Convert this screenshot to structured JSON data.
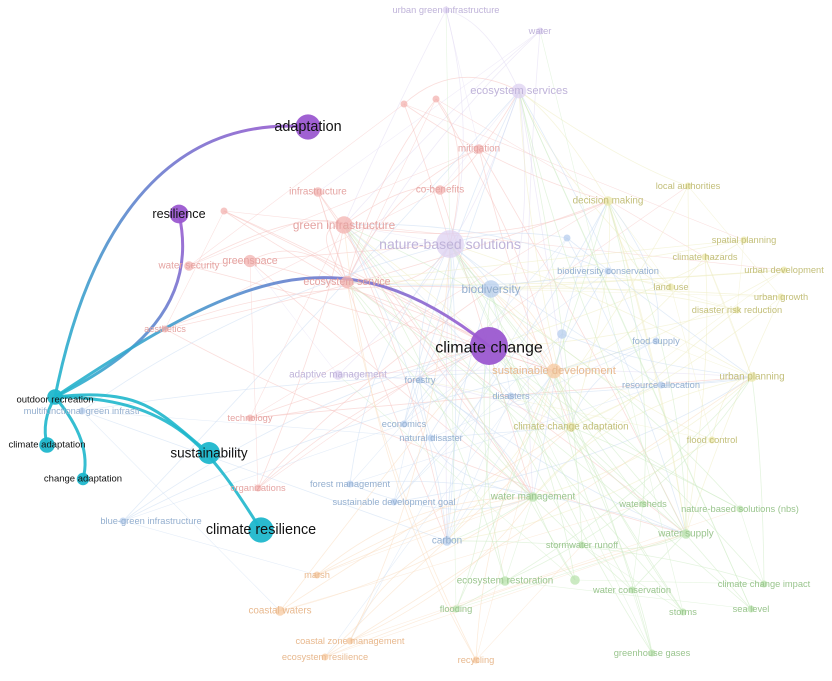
{
  "clusters": {
    "red": "#e8706c",
    "green": "#7fcf6a",
    "blue": "#6f9fd8",
    "yellow": "#d9d56a",
    "purple": "#9b59d0",
    "cyan": "#1fb7cc",
    "orange": "#f2a866",
    "lavender": "#b39ddb"
  },
  "nodes": [
    {
      "id": "climate-change",
      "label": "climate change",
      "cluster": "purple",
      "weight": 10,
      "highlight": true
    },
    {
      "id": "adaptation",
      "label": "adaptation",
      "cluster": "purple",
      "weight": 6,
      "highlight": true
    },
    {
      "id": "resilience",
      "label": "resilience",
      "cluster": "purple",
      "weight": 4,
      "highlight": true
    },
    {
      "id": "outdoor-recreation",
      "label": "outdoor recreation",
      "cluster": "cyan",
      "weight": 3,
      "highlight": true
    },
    {
      "id": "climate-adaptation",
      "label": "climate adaptation",
      "cluster": "cyan",
      "weight": 3,
      "highlight": true
    },
    {
      "id": "change-adaptation",
      "label": "change adaptation",
      "cluster": "cyan",
      "weight": 2,
      "highlight": true
    },
    {
      "id": "sustainability",
      "label": "sustainability",
      "cluster": "cyan",
      "weight": 5,
      "highlight": true
    },
    {
      "id": "climate-resilience",
      "label": "climate resilience",
      "cluster": "cyan",
      "weight": 6,
      "highlight": true
    },
    {
      "id": "urban-green-infrastructure",
      "label": "urban green infrastructure",
      "cluster": "lavender",
      "weight": 1
    },
    {
      "id": "water",
      "label": "water",
      "cluster": "lavender",
      "weight": 1
    },
    {
      "id": "ecosystem-services",
      "label": "ecosystem services",
      "cluster": "lavender",
      "weight": 4
    },
    {
      "id": "nature-based-solutions",
      "label": "nature-based solutions",
      "cluster": "lavender",
      "weight": 9
    },
    {
      "id": "adaptive-management",
      "label": "adaptive management",
      "cluster": "lavender",
      "weight": 2
    },
    {
      "id": "mitigation",
      "label": "mitigation",
      "cluster": "red",
      "weight": 2
    },
    {
      "id": "infrastructure",
      "label": "infrastructure",
      "cluster": "red",
      "weight": 2
    },
    {
      "id": "co-benefits",
      "label": "co-benefits",
      "cluster": "red",
      "weight": 2
    },
    {
      "id": "green-infrastructure",
      "label": "green infrastructure",
      "cluster": "red",
      "weight": 5
    },
    {
      "id": "greenspace",
      "label": "greenspace",
      "cluster": "red",
      "weight": 3
    },
    {
      "id": "water-security",
      "label": "water security",
      "cluster": "red",
      "weight": 2
    },
    {
      "id": "ecosystem-service",
      "label": "ecosystem service",
      "cluster": "red",
      "weight": 3
    },
    {
      "id": "aesthetics",
      "label": "aesthetics",
      "cluster": "red",
      "weight": 1
    },
    {
      "id": "technology",
      "label": "technology",
      "cluster": "red",
      "weight": 1
    },
    {
      "id": "organizations",
      "label": "organizations",
      "cluster": "red",
      "weight": 1
    },
    {
      "id": "red-a",
      "label": "",
      "cluster": "red",
      "weight": 1
    },
    {
      "id": "red-b",
      "label": "",
      "cluster": "red",
      "weight": 1
    },
    {
      "id": "red-c",
      "label": "",
      "cluster": "red",
      "weight": 1
    },
    {
      "id": "decision-making",
      "label": "decision making",
      "cluster": "yellow",
      "weight": 2
    },
    {
      "id": "local-authorities",
      "label": "local authorities",
      "cluster": "yellow",
      "weight": 1
    },
    {
      "id": "spatial-planning",
      "label": "spatial planning",
      "cluster": "yellow",
      "weight": 1
    },
    {
      "id": "climate-hazards",
      "label": "climate hazards",
      "cluster": "yellow",
      "weight": 1
    },
    {
      "id": "urban-development",
      "label": "urban development",
      "cluster": "yellow",
      "weight": 1
    },
    {
      "id": "land-use",
      "label": "land use",
      "cluster": "yellow",
      "weight": 1
    },
    {
      "id": "urban-growth",
      "label": "urban growth",
      "cluster": "yellow",
      "weight": 1
    },
    {
      "id": "disaster-risk-reduction",
      "label": "disaster risk reduction",
      "cluster": "yellow",
      "weight": 1
    },
    {
      "id": "urban-planning",
      "label": "urban planning",
      "cluster": "yellow",
      "weight": 2
    },
    {
      "id": "climate-change-adaptation",
      "label": "climate change adaptation",
      "cluster": "yellow",
      "weight": 2
    },
    {
      "id": "flood-control",
      "label": "flood control",
      "cluster": "yellow",
      "weight": 1
    },
    {
      "id": "biodiversity",
      "label": "biodiversity",
      "cluster": "blue",
      "weight": 5
    },
    {
      "id": "biodiversity-conservation",
      "label": "biodiversity conservation",
      "cluster": "blue",
      "weight": 1
    },
    {
      "id": "food-supply",
      "label": "food supply",
      "cluster": "blue",
      "weight": 1
    },
    {
      "id": "resource-allocation",
      "label": "resource allocation",
      "cluster": "blue",
      "weight": 1
    },
    {
      "id": "forestry",
      "label": "forestry",
      "cluster": "blue",
      "weight": 1
    },
    {
      "id": "disasters",
      "label": "disasters",
      "cluster": "blue",
      "weight": 1
    },
    {
      "id": "economics",
      "label": "economics",
      "cluster": "blue",
      "weight": 1
    },
    {
      "id": "natural-disaster",
      "label": "natural disaster",
      "cluster": "blue",
      "weight": 1
    },
    {
      "id": "forest-management",
      "label": "forest management",
      "cluster": "blue",
      "weight": 1
    },
    {
      "id": "sustainable-development-goal",
      "label": "sustainable development goal",
      "cluster": "blue",
      "weight": 1
    },
    {
      "id": "carbon",
      "label": "carbon",
      "cluster": "blue",
      "weight": 2
    },
    {
      "id": "blue-green-infrastructure",
      "label": "blue-green infrastructure",
      "cluster": "blue",
      "weight": 1
    },
    {
      "id": "multifunctional-green-infrastr",
      "label": "multifunctional green infrastr",
      "cluster": "blue",
      "weight": 1
    },
    {
      "id": "blue-a",
      "label": "",
      "cluster": "blue",
      "weight": 1
    },
    {
      "id": "blue-b",
      "label": "",
      "cluster": "blue",
      "weight": 2
    },
    {
      "id": "sustainable-development",
      "label": "sustainable development",
      "cluster": "orange",
      "weight": 4
    },
    {
      "id": "marsh",
      "label": "marsh",
      "cluster": "orange",
      "weight": 1
    },
    {
      "id": "coastal-waters",
      "label": "coastal waters",
      "cluster": "orange",
      "weight": 2
    },
    {
      "id": "coastal-zone-management",
      "label": "coastal zone management",
      "cluster": "orange",
      "weight": 1
    },
    {
      "id": "ecosystem-resilience",
      "label": "ecosystem resilience",
      "cluster": "orange",
      "weight": 1
    },
    {
      "id": "recycling",
      "label": "recycling",
      "cluster": "orange",
      "weight": 1
    },
    {
      "id": "water-management",
      "label": "water management",
      "cluster": "green",
      "weight": 2
    },
    {
      "id": "watersheds",
      "label": "watersheds",
      "cluster": "green",
      "weight": 1
    },
    {
      "id": "nature-based-solutions-nbs",
      "label": "nature-based solutions (nbs)",
      "cluster": "green",
      "weight": 1
    },
    {
      "id": "water-supply",
      "label": "water supply",
      "cluster": "green",
      "weight": 2
    },
    {
      "id": "stormwater-runoff",
      "label": "stormwater runoff",
      "cluster": "green",
      "weight": 1
    },
    {
      "id": "ecosystem-restoration",
      "label": "ecosystem restoration",
      "cluster": "green",
      "weight": 2
    },
    {
      "id": "water-conservation",
      "label": "water conservation",
      "cluster": "green",
      "weight": 1
    },
    {
      "id": "climate-change-impact",
      "label": "climate change impact",
      "cluster": "green",
      "weight": 1
    },
    {
      "id": "flooding",
      "label": "flooding",
      "cluster": "green",
      "weight": 1
    },
    {
      "id": "storms",
      "label": "storms",
      "cluster": "green",
      "weight": 1
    },
    {
      "id": "sea-level",
      "label": "sea level",
      "cluster": "green",
      "weight": 1
    },
    {
      "id": "greenhouse-gases",
      "label": "greenhouse gases",
      "cluster": "green",
      "weight": 1
    },
    {
      "id": "green-a",
      "label": "",
      "cluster": "green",
      "weight": 2
    }
  ],
  "highlight_links": [
    [
      "outdoor-recreation",
      "adaptation"
    ],
    [
      "outdoor-recreation",
      "resilience"
    ],
    [
      "outdoor-recreation",
      "climate-change"
    ],
    [
      "outdoor-recreation",
      "climate-adaptation"
    ],
    [
      "outdoor-recreation",
      "change-adaptation"
    ],
    [
      "outdoor-recreation",
      "sustainability"
    ],
    [
      "outdoor-recreation",
      "climate-resilience"
    ]
  ]
}
